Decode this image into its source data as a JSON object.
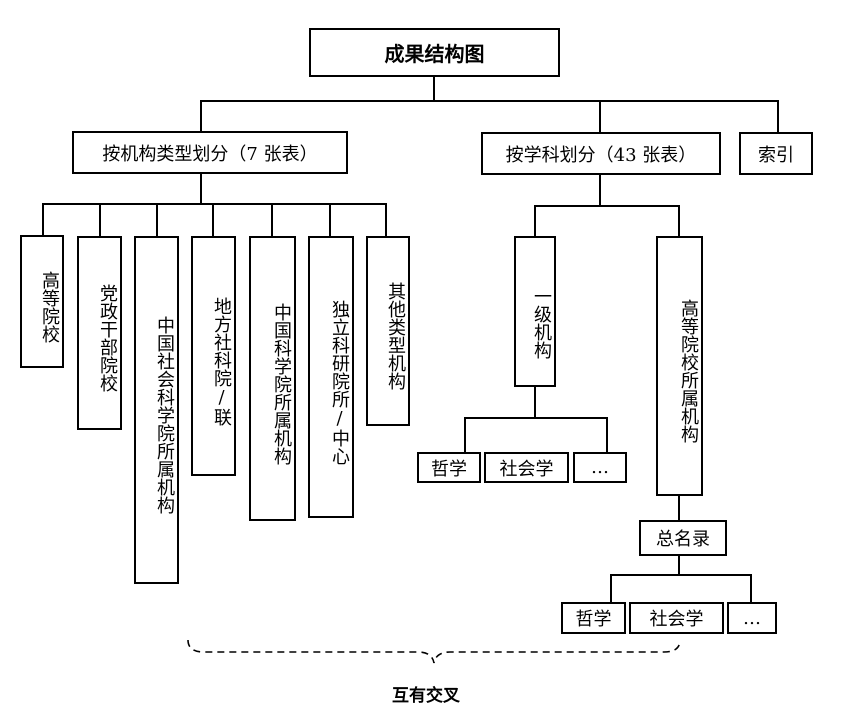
{
  "root": "成果结构图",
  "level1": {
    "by_org": "按机构类型划分（7 张表）",
    "by_subject": "按学科划分（43 张表）",
    "index": "索引"
  },
  "org_types": [
    "高等院校",
    "党政干部院校",
    "中国社会科学院所属机构",
    "地方社科院/联",
    "中国科学院所属机构",
    "独立科研院所/中心",
    "其他类型机构"
  ],
  "subject": {
    "first_level": "一级机构",
    "university": "高等院校所属机构",
    "first_level_children": [
      "哲学",
      "社会学",
      "…"
    ],
    "directory": "总名录",
    "directory_children": [
      "哲学",
      "社会学",
      "…"
    ]
  },
  "caption": "互有交叉"
}
